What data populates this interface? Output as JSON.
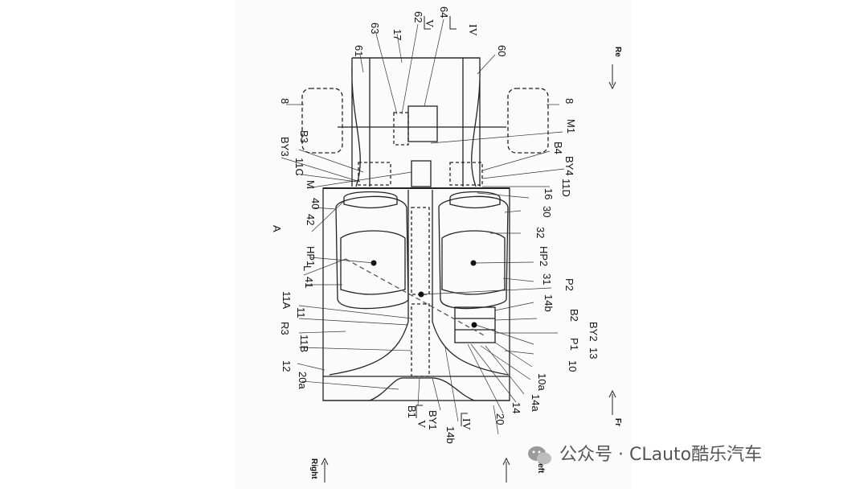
{
  "colors": {
    "line": "#222222",
    "dashed": "#666666",
    "paper": "#ffffff",
    "watermark": "#555555"
  },
  "directions": {
    "rear": "Re",
    "front": "Fr",
    "right": "Right",
    "left": "Left"
  },
  "sections": {
    "v": "V",
    "iv": "IV"
  },
  "labels": [
    {
      "id": "61",
      "text": "61"
    },
    {
      "id": "63",
      "text": "63"
    },
    {
      "id": "17",
      "text": "17"
    },
    {
      "id": "62",
      "text": "62"
    },
    {
      "id": "64",
      "text": "64"
    },
    {
      "id": "60",
      "text": "60"
    },
    {
      "id": "8L",
      "text": "8"
    },
    {
      "id": "8R",
      "text": "8"
    },
    {
      "id": "B3",
      "text": "B3"
    },
    {
      "id": "BY3",
      "text": "BY3"
    },
    {
      "id": "11C",
      "text": "11C"
    },
    {
      "id": "M",
      "text": "M"
    },
    {
      "id": "M1",
      "text": "M1"
    },
    {
      "id": "B4",
      "text": "B4"
    },
    {
      "id": "BY4",
      "text": "BY4"
    },
    {
      "id": "11D",
      "text": "11D"
    },
    {
      "id": "16",
      "text": "16"
    },
    {
      "id": "30",
      "text": "30"
    },
    {
      "id": "40",
      "text": "40"
    },
    {
      "id": "A",
      "text": "A"
    },
    {
      "id": "42",
      "text": "42"
    },
    {
      "id": "HP1",
      "text": "HP1"
    },
    {
      "id": "L",
      "text": "L"
    },
    {
      "id": "41",
      "text": "41"
    },
    {
      "id": "11A",
      "text": "11A"
    },
    {
      "id": "11",
      "text": "11"
    },
    {
      "id": "R3",
      "text": "R3"
    },
    {
      "id": "11B",
      "text": "11B"
    },
    {
      "id": "12",
      "text": "12"
    },
    {
      "id": "20a",
      "text": "20a"
    },
    {
      "id": "32",
      "text": "32"
    },
    {
      "id": "HP2",
      "text": "HP2"
    },
    {
      "id": "31",
      "text": "31"
    },
    {
      "id": "P2",
      "text": "P2"
    },
    {
      "id": "14b_top",
      "text": "14b"
    },
    {
      "id": "B2",
      "text": "B2"
    },
    {
      "id": "BY2",
      "text": "BY2"
    },
    {
      "id": "P1",
      "text": "P1"
    },
    {
      "id": "13",
      "text": "13"
    },
    {
      "id": "10",
      "text": "10"
    },
    {
      "id": "10a",
      "text": "10a"
    },
    {
      "id": "14a",
      "text": "14a"
    },
    {
      "id": "14",
      "text": "14"
    },
    {
      "id": "20",
      "text": "20"
    },
    {
      "id": "B1",
      "text": "B1"
    },
    {
      "id": "BY1",
      "text": "BY1"
    },
    {
      "id": "14b_bot",
      "text": "14b"
    }
  ],
  "watermark": {
    "icon": "wechat-icon",
    "text": "公众号 · CLauto酷乐汽车"
  }
}
